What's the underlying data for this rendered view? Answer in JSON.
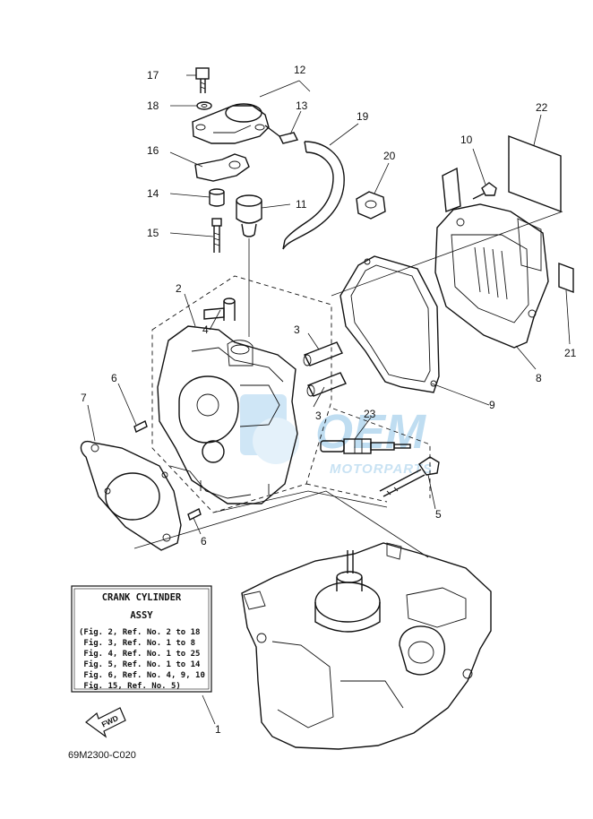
{
  "callouts": {
    "c1": "1",
    "c2": "2",
    "c3a": "3",
    "c3b": "3",
    "c4": "4",
    "c5": "5",
    "c6a": "6",
    "c6b": "6",
    "c7": "7",
    "c8": "8",
    "c9": "9",
    "c10": "10",
    "c11": "11",
    "c12": "12",
    "c13": "13",
    "c14": "14",
    "c15": "15",
    "c16": "16",
    "c17": "17",
    "c18": "18",
    "c19": "19",
    "c20": "20",
    "c21": "21",
    "c22": "22",
    "c23": "23"
  },
  "assy_box": {
    "title": "CRANK CYLINDER",
    "subtitle": "ASSY",
    "lines": [
      "(Fig. 2, Ref. No. 2 to 18",
      " Fig. 3, Ref. No. 1 to 8",
      " Fig. 4, Ref. No. 1 to 25",
      " Fig. 5, Ref. No. 1 to 14",
      " Fig. 6, Ref. No. 4, 9, 10",
      " Fig. 15, Ref. No. 5)"
    ]
  },
  "fwd_arrow": {
    "label": "FWD"
  },
  "drawing_number": "69M2300-C020",
  "watermark": {
    "brand": "OEM",
    "sub": "MOTORPARTS",
    "color": "#7ab8e0"
  },
  "colors": {
    "line": "#111111",
    "background": "#ffffff"
  }
}
